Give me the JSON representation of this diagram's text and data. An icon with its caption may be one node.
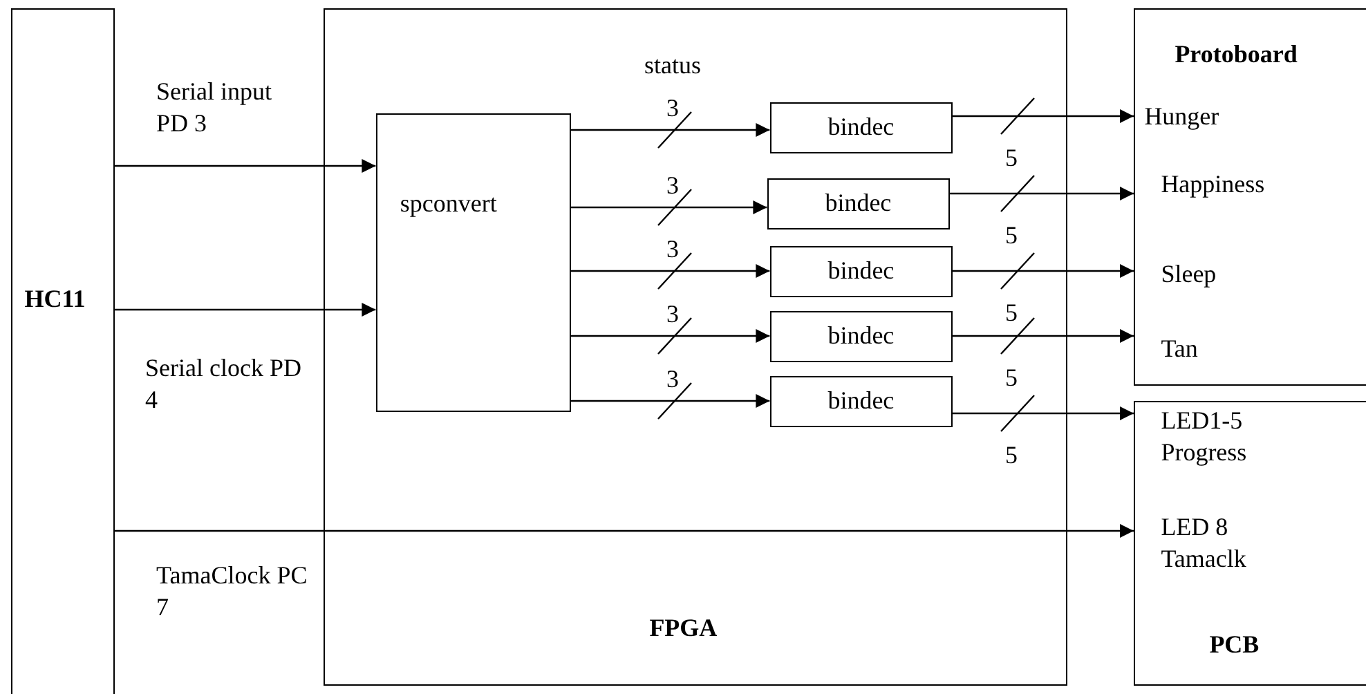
{
  "diagram": {
    "nodes": [
      {
        "text": [
          "HC11"
        ]
      },
      {
        "text": [
          "FPGA"
        ]
      },
      {
        "text": [
          "spconvert"
        ],
        "in": 1
      },
      {
        "text": [
          "bindec"
        ],
        "in": 1
      },
      {
        "text": [
          "bindec"
        ],
        "in": 1
      },
      {
        "text": [
          "bindec"
        ],
        "in": 1
      },
      {
        "text": [
          "bindec"
        ],
        "in": 1
      },
      {
        "text": [
          "bindec"
        ],
        "in": 1
      },
      {
        "text": [
          "Protoboard",
          "Hunger",
          "Happiness",
          "Sleep",
          "Tan"
        ]
      },
      {
        "text": [
          "LED1-5 Progress",
          "LED 8 Tamaclk",
          "PCB"
        ]
      }
    ],
    "edges": [
      {
        "from": 0,
        "to": 2,
        "arrow": "to",
        "label": "Serial input PD 3"
      },
      {
        "from": 0,
        "to": 2,
        "arrow": "to",
        "label": "Serial clock PD 4"
      },
      {
        "from": 0,
        "to": 9,
        "arrow": "to",
        "label": "TamaClock PC 7"
      },
      {
        "from": 2,
        "to": 3,
        "arrow": "to",
        "label": "3"
      },
      {
        "from": 2,
        "to": 4,
        "arrow": "to",
        "label": "3"
      },
      {
        "from": 2,
        "to": 5,
        "arrow": "to",
        "label": "3"
      },
      {
        "from": 2,
        "to": 6,
        "arrow": "to",
        "label": "3"
      },
      {
        "from": 2,
        "to": 7,
        "arrow": "to",
        "label": "3"
      },
      {
        "from": 3,
        "to": 8,
        "arrow": "to",
        "label": "5"
      },
      {
        "from": 4,
        "to": 8,
        "arrow": "to",
        "label": "5"
      },
      {
        "from": 5,
        "to": 8,
        "arrow": "to",
        "label": "5"
      },
      {
        "from": 6,
        "to": 8,
        "arrow": "to",
        "label": "5"
      },
      {
        "from": 7,
        "to": 9,
        "arrow": "to",
        "label": "5"
      }
    ],
    "labels": [
      "status"
    ]
  }
}
